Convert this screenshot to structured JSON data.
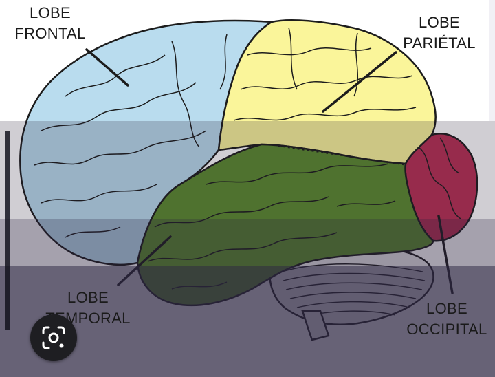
{
  "labels": {
    "frontal": {
      "line1": "LOBE",
      "line2": "FRONTAL"
    },
    "parietal": {
      "line1": "LOBE",
      "line2": "PARIÉTAL"
    },
    "temporal": {
      "line1": "LOBE",
      "line2": "TEMPORAL"
    },
    "occipital": {
      "line1": "LOBE",
      "line2": "OCCIPITAL"
    }
  },
  "colors": {
    "frontal": "#b9dcee",
    "parietal": "#faf59a",
    "temporal": "#5a8a2e",
    "occipital": "#b72f52",
    "cerebellum": "#ececec",
    "outline": "#1c1c1c",
    "overlay": "#2d2641"
  },
  "icons": {
    "lens": "visual-search-lens-icon"
  }
}
